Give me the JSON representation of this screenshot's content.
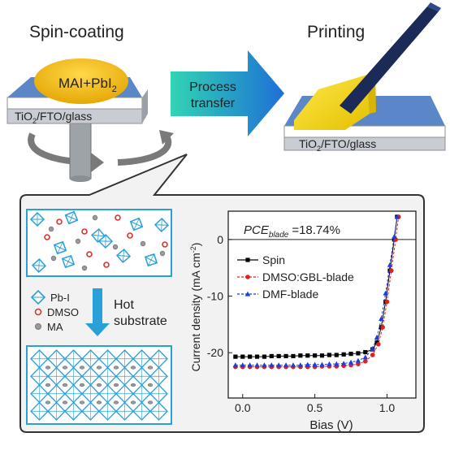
{
  "titles": {
    "spin_coating": "Spin-coating",
    "printing": "Printing"
  },
  "spin": {
    "solution_label_main": "MAI+PbI",
    "solution_label_sub": "2",
    "substrate_label": "TiO",
    "substrate_label_sub": "2",
    "substrate_label_rest": "/FTO/glass"
  },
  "arrow": {
    "line1": "Process",
    "line2": "transfer"
  },
  "print": {
    "substrate_label": "TiO",
    "substrate_label_sub": "2",
    "substrate_label_rest": "/FTO/glass"
  },
  "legend_mol": {
    "pb_i": "Pb-I",
    "dmso": "DMSO",
    "ma": "MA"
  },
  "process_step": {
    "line1": "Hot",
    "line2": "substrate"
  },
  "colors": {
    "solution": "#f0b400",
    "substrate_top": "#5b86c8",
    "substrate_side": "#c9ccd2",
    "arrow_start": "#32d4b4",
    "arrow_end": "#1e6fd6",
    "octahedron": "#2aa0d8",
    "dmso": "#e0302c",
    "ma": "#9a9a9a",
    "blade_dark": "#1b2a57",
    "blade_yellow": "#f0d000"
  },
  "chart_data": {
    "type": "line",
    "annotation_main": "PCE",
    "annotation_sub": "blade",
    "annotation_value": "=18.74%",
    "xlabel": "Bias (V)",
    "ylabel": "Current density (mA cm",
    "ylabel_sup": "-2",
    "ylabel_close": ")",
    "xlim": [
      -0.1,
      1.2
    ],
    "ylim": [
      -28,
      5
    ],
    "x_ticks": [
      0.0,
      0.5,
      1.0
    ],
    "x_tick_labels": [
      "0.0",
      "0.5",
      "1.0"
    ],
    "y_ticks": [
      0,
      -10,
      -20
    ],
    "y_tick_labels": [
      "0",
      "-10",
      "-20"
    ],
    "legend_placement": "center-right",
    "series": [
      {
        "name": "Spin",
        "color": "#000000",
        "marker": "square",
        "x": [
          -0.05,
          0.0,
          0.05,
          0.1,
          0.15,
          0.2,
          0.25,
          0.3,
          0.35,
          0.4,
          0.45,
          0.5,
          0.55,
          0.6,
          0.65,
          0.7,
          0.75,
          0.8,
          0.85,
          0.9,
          0.93,
          0.96,
          0.99,
          1.02,
          1.05,
          1.07
        ],
        "y": [
          -20.7,
          -20.7,
          -20.7,
          -20.7,
          -20.7,
          -20.6,
          -20.6,
          -20.6,
          -20.6,
          -20.5,
          -20.5,
          -20.5,
          -20.5,
          -20.4,
          -20.4,
          -20.3,
          -20.2,
          -20.1,
          -19.9,
          -19.4,
          -18.2,
          -15.5,
          -11.0,
          -5.5,
          0.0,
          4.0
        ]
      },
      {
        "name": "DMSO:GBL-blade",
        "color": "#e02020",
        "marker": "circle",
        "x": [
          -0.05,
          0.0,
          0.05,
          0.1,
          0.15,
          0.2,
          0.25,
          0.3,
          0.35,
          0.4,
          0.45,
          0.5,
          0.55,
          0.6,
          0.65,
          0.7,
          0.75,
          0.8,
          0.85,
          0.9,
          0.94,
          0.97,
          1.0,
          1.03,
          1.06,
          1.08
        ],
        "y": [
          -22.5,
          -22.5,
          -22.5,
          -22.5,
          -22.5,
          -22.5,
          -22.5,
          -22.5,
          -22.5,
          -22.5,
          -22.5,
          -22.5,
          -22.4,
          -22.4,
          -22.4,
          -22.3,
          -22.2,
          -22.0,
          -21.5,
          -20.4,
          -18.5,
          -15.5,
          -11.0,
          -5.5,
          0.0,
          4.0
        ]
      },
      {
        "name": "DMF-blade",
        "color": "#1a3ee0",
        "marker": "triangle",
        "x": [
          -0.05,
          0.0,
          0.05,
          0.1,
          0.15,
          0.2,
          0.25,
          0.3,
          0.35,
          0.4,
          0.45,
          0.5,
          0.55,
          0.6,
          0.65,
          0.7,
          0.75,
          0.8,
          0.85,
          0.9,
          0.93,
          0.96,
          0.99,
          1.02,
          1.05,
          1.07
        ],
        "y": [
          -22.2,
          -22.2,
          -22.2,
          -22.2,
          -22.2,
          -22.2,
          -22.2,
          -22.2,
          -22.2,
          -22.2,
          -22.1,
          -22.1,
          -22.1,
          -22.0,
          -22.0,
          -21.9,
          -21.7,
          -21.4,
          -20.8,
          -19.3,
          -17.3,
          -14.0,
          -9.5,
          -4.5,
          0.5,
          4.0
        ]
      }
    ]
  }
}
